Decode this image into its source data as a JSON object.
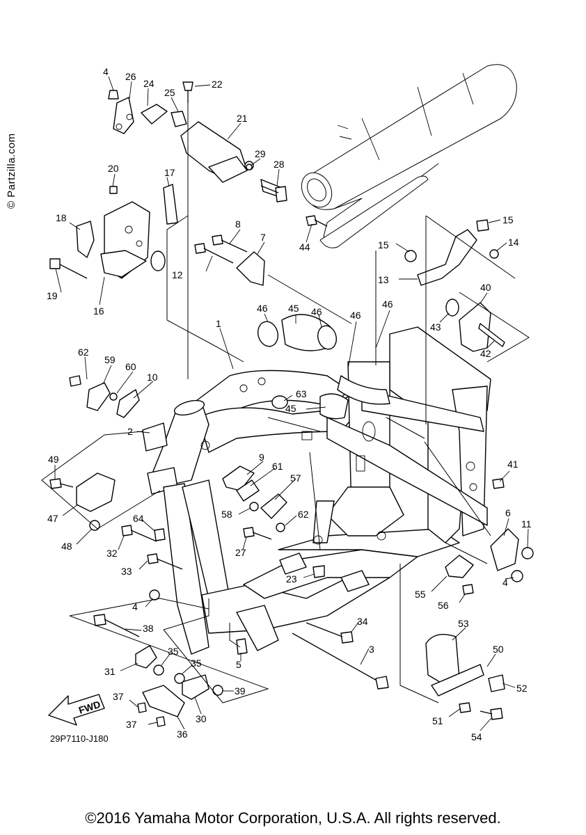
{
  "watermark": "© Partzilla.com",
  "diagram_code": "29P7110-J180",
  "copyright": "©2016 Yamaha Motor Corporation, U.S.A. All rights reserved.",
  "fwd_label": "FWD",
  "callouts": [
    {
      "id": "1",
      "label": "1"
    },
    {
      "id": "2",
      "label": "2"
    },
    {
      "id": "3",
      "label": "3"
    },
    {
      "id": "4a",
      "label": "4"
    },
    {
      "id": "4b",
      "label": "4"
    },
    {
      "id": "4c",
      "label": "4"
    },
    {
      "id": "5",
      "label": "5"
    },
    {
      "id": "6",
      "label": "6"
    },
    {
      "id": "7",
      "label": "7"
    },
    {
      "id": "8",
      "label": "8"
    },
    {
      "id": "9",
      "label": "9"
    },
    {
      "id": "10",
      "label": "10"
    },
    {
      "id": "11",
      "label": "11"
    },
    {
      "id": "12",
      "label": "12"
    },
    {
      "id": "13",
      "label": "13"
    },
    {
      "id": "14",
      "label": "14"
    },
    {
      "id": "15a",
      "label": "15"
    },
    {
      "id": "15b",
      "label": "15"
    },
    {
      "id": "16",
      "label": "16"
    },
    {
      "id": "17",
      "label": "17"
    },
    {
      "id": "18",
      "label": "18"
    },
    {
      "id": "19",
      "label": "19"
    },
    {
      "id": "20",
      "label": "20"
    },
    {
      "id": "21",
      "label": "21"
    },
    {
      "id": "22",
      "label": "22"
    },
    {
      "id": "23",
      "label": "23"
    },
    {
      "id": "24",
      "label": "24"
    },
    {
      "id": "25",
      "label": "25"
    },
    {
      "id": "26",
      "label": "26"
    },
    {
      "id": "27",
      "label": "27"
    },
    {
      "id": "28",
      "label": "28"
    },
    {
      "id": "29",
      "label": "29"
    },
    {
      "id": "30",
      "label": "30"
    },
    {
      "id": "31",
      "label": "31"
    },
    {
      "id": "32",
      "label": "32"
    },
    {
      "id": "33",
      "label": "33"
    },
    {
      "id": "34",
      "label": "34"
    },
    {
      "id": "35a",
      "label": "35"
    },
    {
      "id": "35b",
      "label": "35"
    },
    {
      "id": "36",
      "label": "36"
    },
    {
      "id": "37a",
      "label": "37"
    },
    {
      "id": "37b",
      "label": "37"
    },
    {
      "id": "38",
      "label": "38"
    },
    {
      "id": "39",
      "label": "39"
    },
    {
      "id": "40",
      "label": "40"
    },
    {
      "id": "41",
      "label": "41"
    },
    {
      "id": "42",
      "label": "42"
    },
    {
      "id": "43",
      "label": "43"
    },
    {
      "id": "44",
      "label": "44"
    },
    {
      "id": "45a",
      "label": "45"
    },
    {
      "id": "45b",
      "label": "45"
    },
    {
      "id": "46a",
      "label": "46"
    },
    {
      "id": "46b",
      "label": "46"
    },
    {
      "id": "46c",
      "label": "46"
    },
    {
      "id": "46d",
      "label": "46"
    },
    {
      "id": "47",
      "label": "47"
    },
    {
      "id": "48",
      "label": "48"
    },
    {
      "id": "49",
      "label": "49"
    },
    {
      "id": "50",
      "label": "50"
    },
    {
      "id": "51",
      "label": "51"
    },
    {
      "id": "52",
      "label": "52"
    },
    {
      "id": "53",
      "label": "53"
    },
    {
      "id": "54",
      "label": "54"
    },
    {
      "id": "55",
      "label": "55"
    },
    {
      "id": "56",
      "label": "56"
    },
    {
      "id": "57",
      "label": "57"
    },
    {
      "id": "58",
      "label": "58"
    },
    {
      "id": "59",
      "label": "59"
    },
    {
      "id": "60",
      "label": "60"
    },
    {
      "id": "61",
      "label": "61"
    },
    {
      "id": "62a",
      "label": "62"
    },
    {
      "id": "62b",
      "label": "62"
    },
    {
      "id": "63",
      "label": "63"
    },
    {
      "id": "64",
      "label": "64"
    }
  ]
}
